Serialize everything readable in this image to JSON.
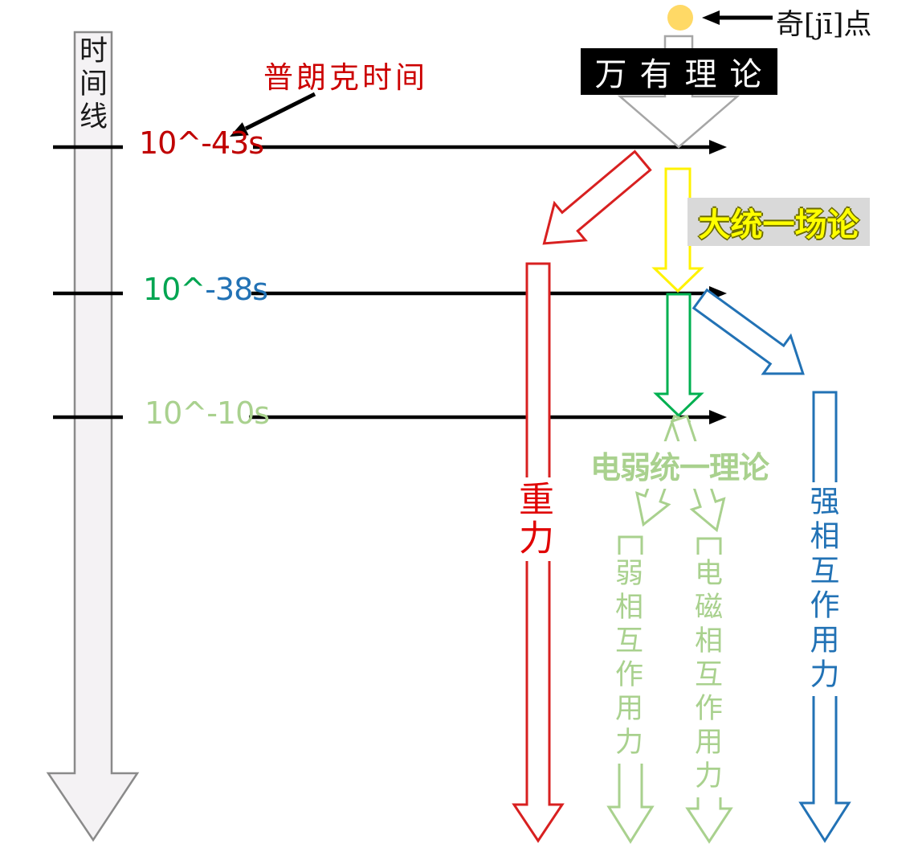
{
  "palette": {
    "red_arrow": "#D82020",
    "red_label": "#C00000",
    "red_text": "#E00000",
    "green": "#00A551",
    "green_arrow": "#00B050",
    "light_green": "#A9D18E",
    "blue": "#2272B5",
    "yellow": "#FFF200",
    "gray_arrow_stroke": "#A6A6A6",
    "timeline_bar_fill": "#F4F2F4",
    "timeline_bar_stroke": "#8A8A8A",
    "gut_box_bg": "#D9D9D9",
    "toe_box_bg": "#000000",
    "singularity_dot": "#FFD966"
  },
  "timeline": {
    "bar_label": "时间线",
    "markers": [
      {
        "parts": [
          {
            "text": "10^",
            "color": "#C00000"
          },
          {
            "text": "-43s",
            "color": "#C00000"
          }
        ]
      },
      {
        "parts": [
          {
            "text": "10^",
            "color": "#00A551"
          },
          {
            "text": "-38s",
            "color": "#2272B5"
          }
        ]
      },
      {
        "parts": [
          {
            "text": "10^",
            "color": "#A9D18E"
          },
          {
            "text": "-10s",
            "color": "#A9D18E"
          }
        ]
      }
    ]
  },
  "annotations": {
    "planck_time": "普朗克时间",
    "singularity": "奇[jī]点"
  },
  "theories": {
    "theory_of_everything": "万有理论",
    "grand_unified": "大统一场论",
    "electroweak": "电弱统一理论"
  },
  "forces": {
    "gravity": "重力",
    "strong": "强相互作用力",
    "weak": "弱相互作用力",
    "electromagnetic": "电磁相互作用力"
  }
}
